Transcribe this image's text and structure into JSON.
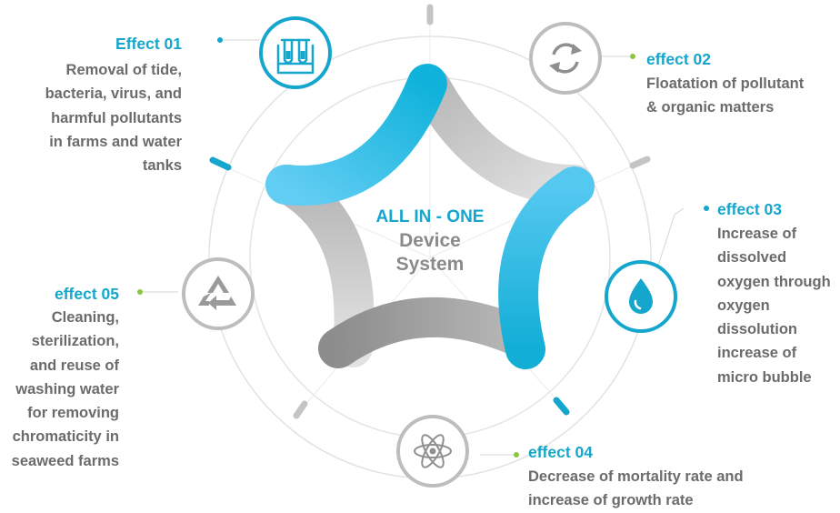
{
  "center": {
    "title": "ALL IN - ONE",
    "line1": "Device",
    "line2": "System"
  },
  "effects": [
    {
      "title": "Effect 01",
      "desc": "Removal of tide,\nbacteria, virus, and\nharmful pollutants\nin farms and water\ntanks",
      "icon": "test-tubes-icon"
    },
    {
      "title": "effect 02",
      "desc": "Floatation of pollutant\n& organic matters",
      "icon": "recycle-arrows-icon"
    },
    {
      "title": "effect 03",
      "desc": "Increase of\ndissolved\noxygen through\noxygen\ndissolution\nincrease of\nmicro bubble",
      "icon": "water-drop-icon"
    },
    {
      "title": "effect 04",
      "desc": "Decrease of mortality rate and\nincrease of growth rate",
      "icon": "atom-icon"
    },
    {
      "title": "effect 05",
      "desc": "Cleaning,\nsterilization,\nand reuse of\nwashing water\nfor removing\nchromaticity in\nseaweed farms",
      "icon": "recycling-symbol-icon"
    }
  ],
  "colors": {
    "accent": "#14a6cc",
    "accent_light": "#5ccaf0",
    "gray": "#8f8f8f",
    "gray_light": "#c9c9c9",
    "text": "#6b6b6b",
    "dot_green": "#8cc63f"
  }
}
